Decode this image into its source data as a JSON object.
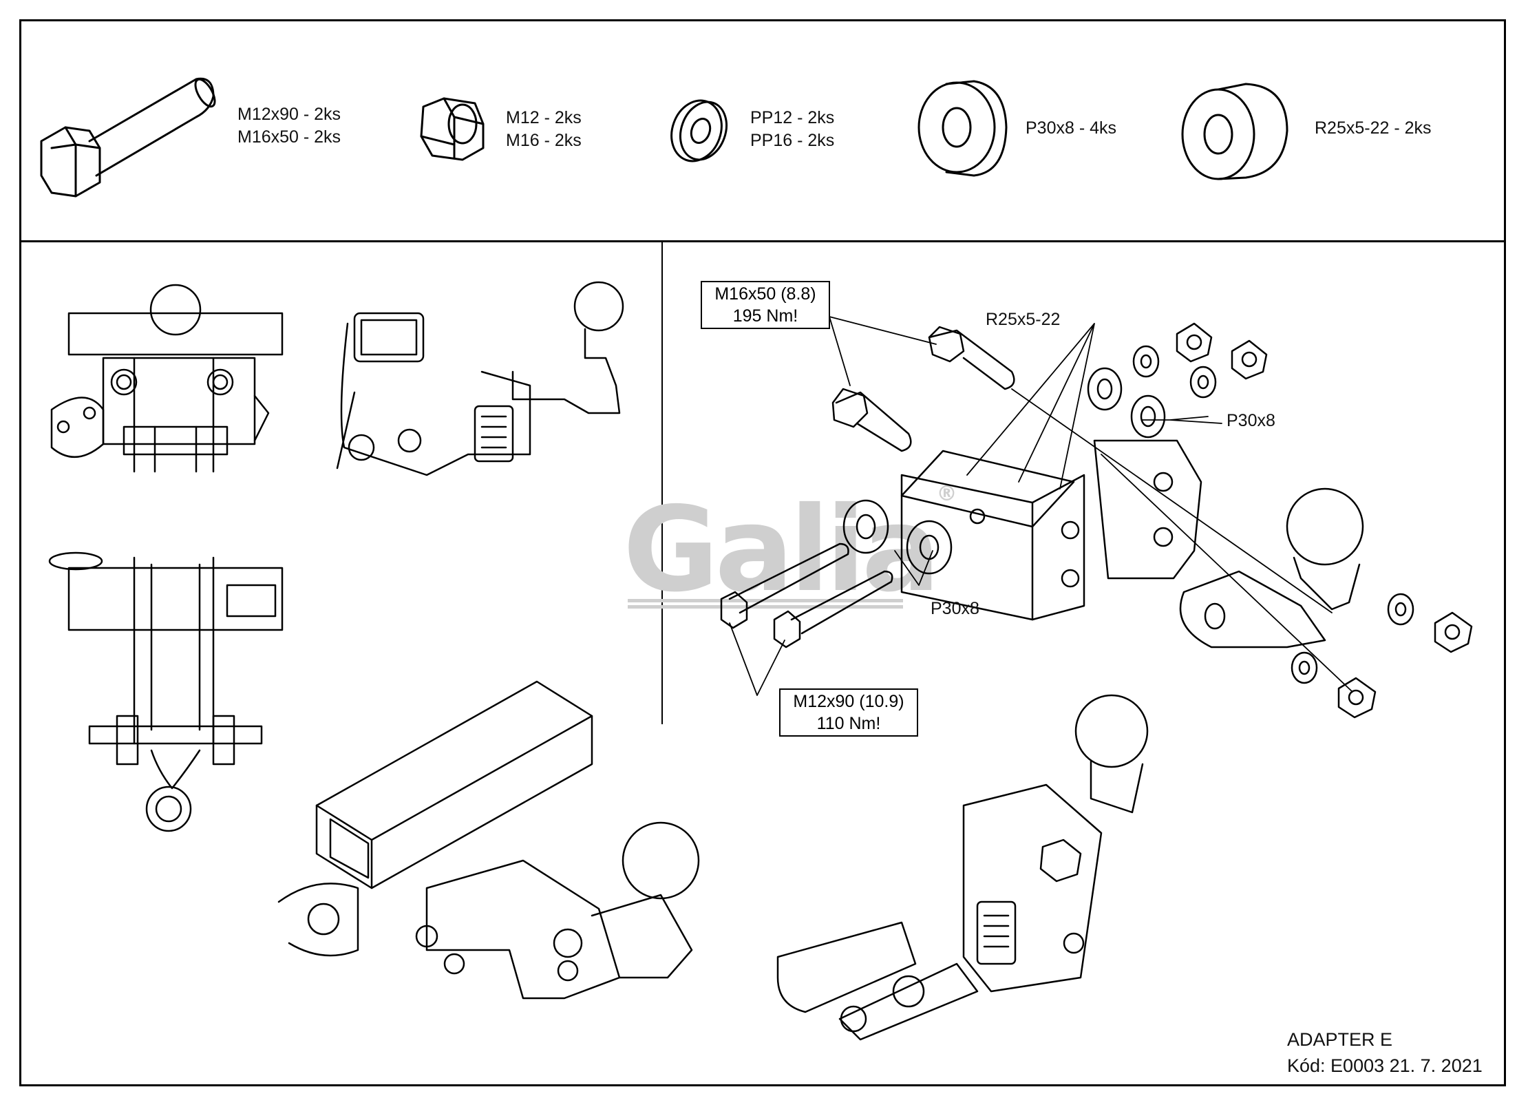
{
  "parts": [
    {
      "icon": "bolt-icon",
      "lines": [
        "M12x90 - 2ks",
        "M16x50 - 2ks"
      ]
    },
    {
      "icon": "nut-icon",
      "lines": [
        "M12 - 2ks",
        "M16 - 2ks"
      ]
    },
    {
      "icon": "washer-icon",
      "lines": [
        "PP12 - 2ks",
        "PP16 - 2ks"
      ]
    },
    {
      "icon": "spacer-ring-icon",
      "lines": [
        "P30x8 - 4ks"
      ]
    },
    {
      "icon": "sleeve-icon",
      "lines": [
        "R25x5-22 - 2ks"
      ]
    }
  ],
  "callouts": {
    "m16": [
      "M16x50 (8.8)",
      "195 Nm!"
    ],
    "r25": "R25x5-22",
    "p30_upper": "P30x8",
    "p30_lower": "P30x8",
    "m12": [
      "M12x90 (10.9)",
      "110 Nm!"
    ]
  },
  "logo": {
    "text": "Galia",
    "mark": "®"
  },
  "footer": {
    "title": "ADAPTER E",
    "code": "Kód: E0003  21. 7. 2021"
  }
}
